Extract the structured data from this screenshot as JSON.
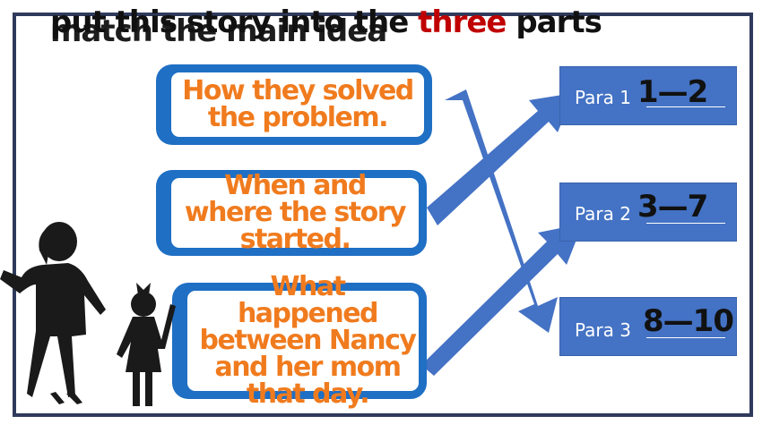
{
  "title": {
    "line_back_prefix": "put this story into the",
    "highlight": "three",
    "line_back_suffix": "parts",
    "line_front": "match the main idea"
  },
  "cards": [
    {
      "text": "How they solved the problem."
    },
    {
      "text": "When and where the story started."
    },
    {
      "text": "What happened between Nancy and her mom that day."
    }
  ],
  "paras": [
    {
      "label": "Para 1",
      "answer": "1—2"
    },
    {
      "label": "Para 2",
      "answer": "3—7"
    },
    {
      "label": "Para 3",
      "answer": "8—10"
    }
  ],
  "colors": {
    "card_border": "#1f6fc4",
    "card_text": "#f07b1e",
    "para_fill": "#4472c4",
    "arrow": "#4472c4",
    "title_highlight": "#c00000",
    "frame": "#2f3a5c"
  }
}
